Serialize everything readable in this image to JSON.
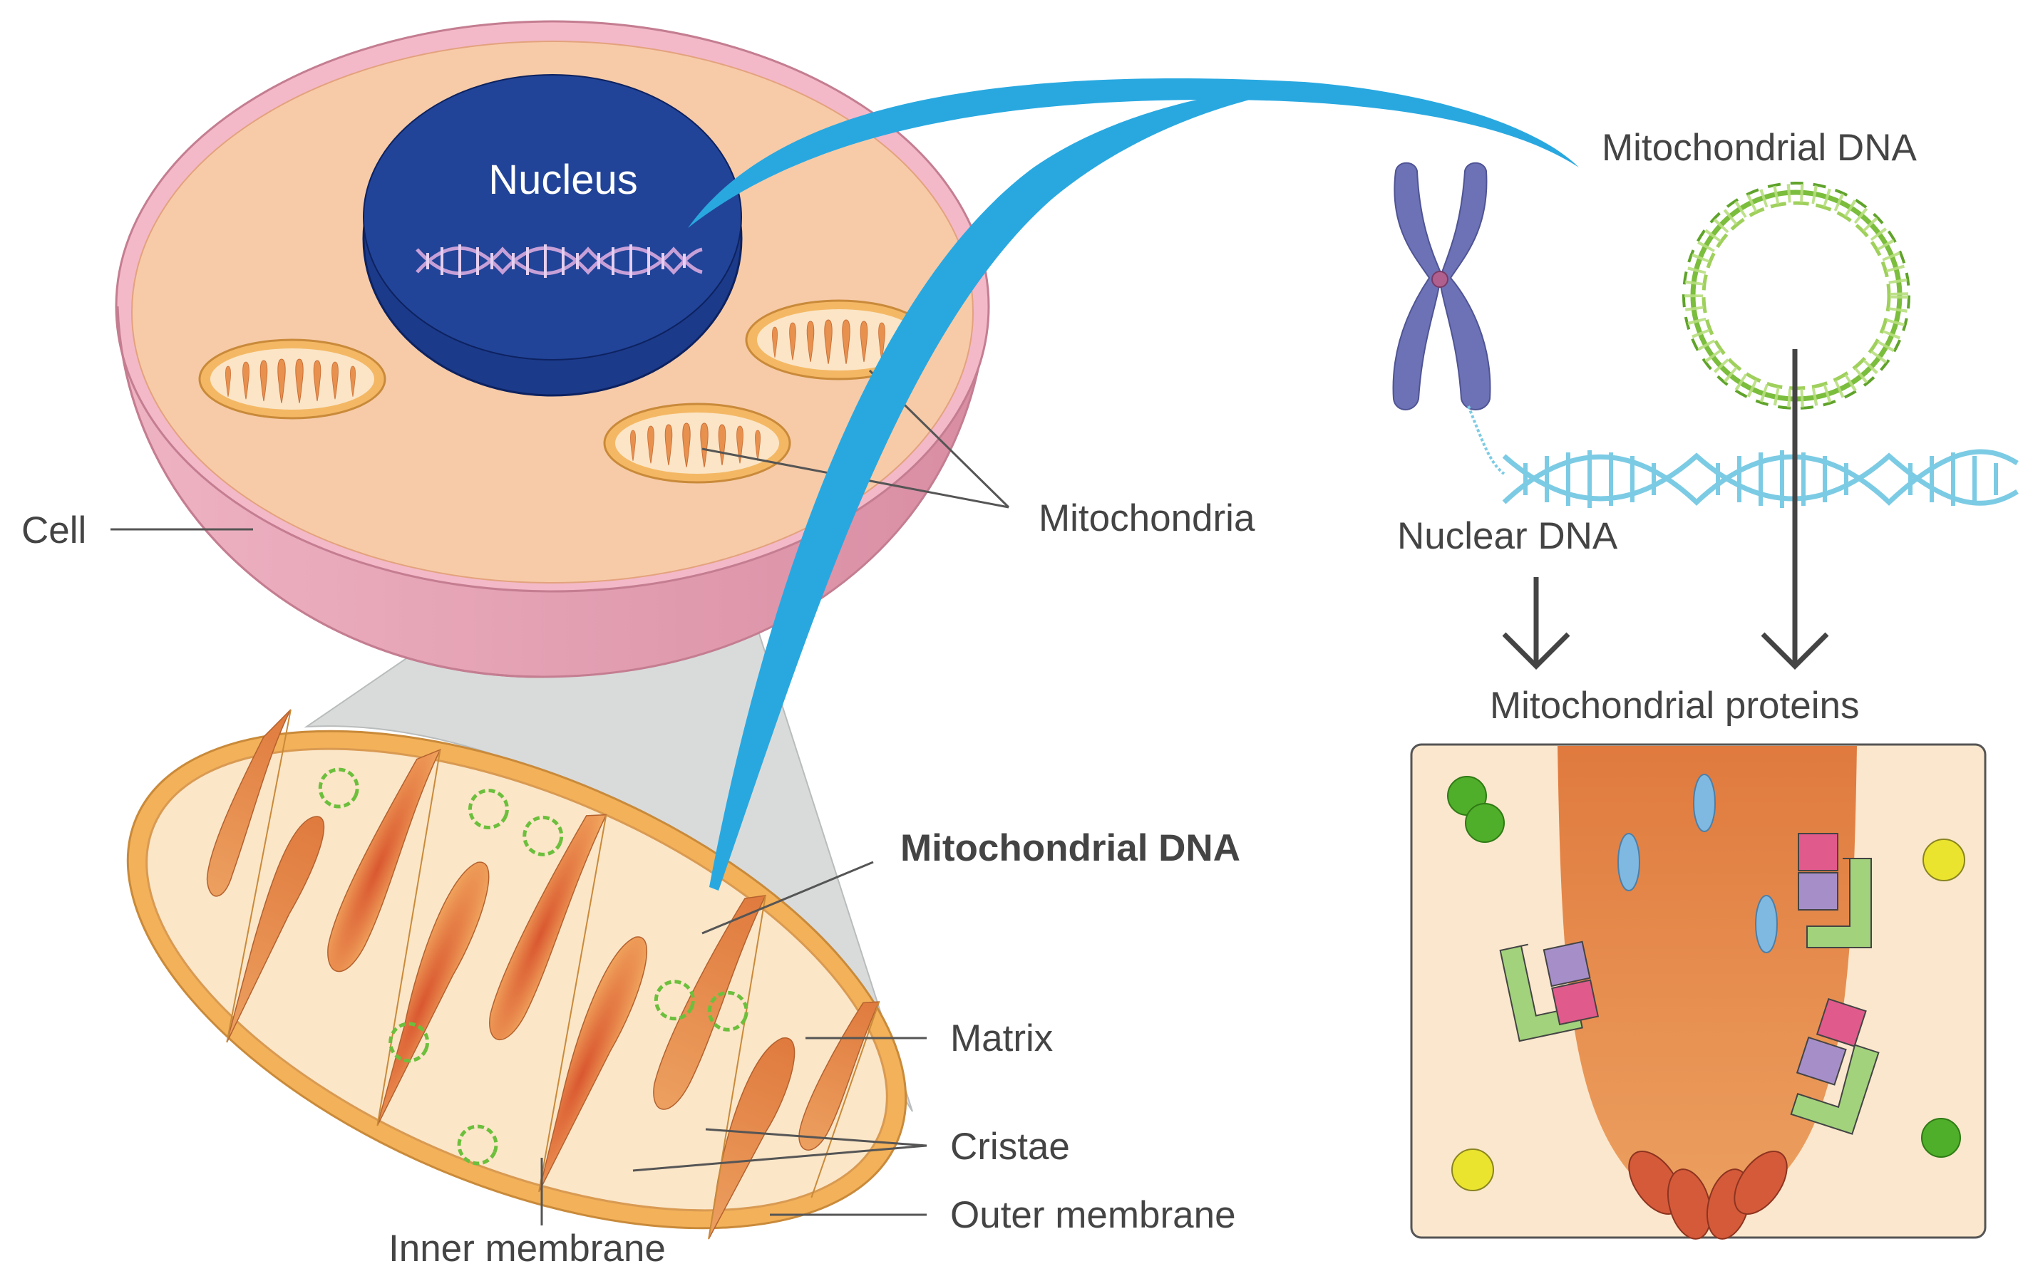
{
  "labels": {
    "nucleus": "Nucleus",
    "cell": "Cell",
    "mitochondria": "Mitochondria",
    "mitochondrial_dna_top": "Mitochondrial DNA",
    "nuclear_dna": "Nuclear DNA",
    "mitochondrial_proteins": "Mitochondrial proteins",
    "mitochondrial_dna_callout": "Mitochondrial DNA",
    "matrix": "Matrix",
    "cristae": "Cristae",
    "outer_membrane": "Outer membrane",
    "inner_membrane": "Inner membrane"
  },
  "colors": {
    "cell_membrane": "#e8a4b6",
    "cytoplasm": "#f7cba8",
    "nucleus": "#1f3f93",
    "mitochondrion_outer": "#f2b465",
    "mitochondrion_inner": "#fbe5c6",
    "cristae": "#e0844a",
    "connector_blue": "#29a8e0",
    "nuclear_dna": "#7ccbe4",
    "mitochondrial_dna": "#7bbd3c",
    "chromosome": "#6d72b6",
    "zoom_cone": "#d9dbdb",
    "protein_panel": "#fbe7cd"
  }
}
